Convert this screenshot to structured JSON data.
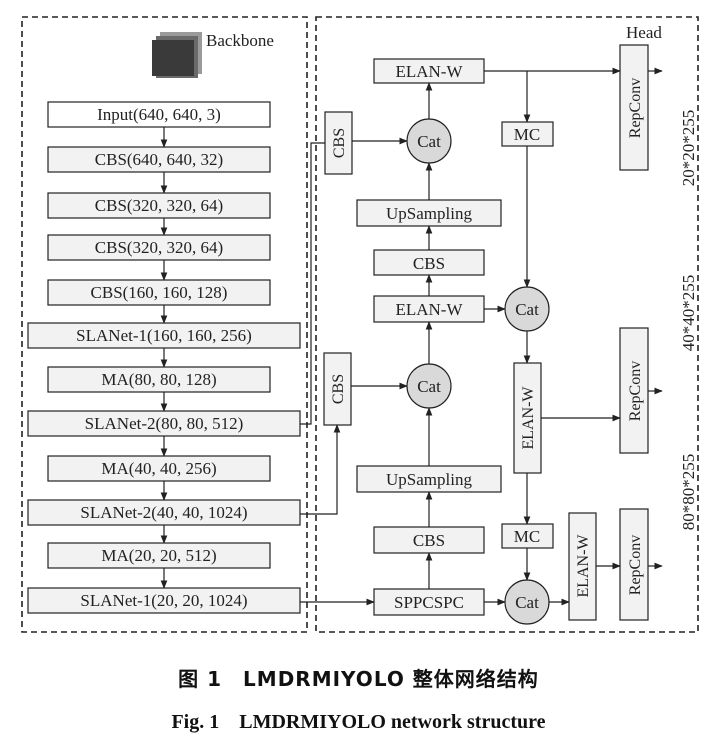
{
  "backbone": {
    "title": "Backbone",
    "layers": [
      "Input(640, 640, 3)",
      "CBS(640, 640, 32)",
      "CBS(320, 320, 64)",
      "CBS(320, 320, 64)",
      "CBS(160, 160, 128)",
      "SLANet-1(160, 160, 256)",
      "MA(80, 80, 128)",
      "SLANet-2(80, 80, 512)",
      "MA(40, 40, 256)",
      "SLANet-2(40, 40, 1024)",
      "MA(20, 20, 512)",
      "SLANet-1(20, 20, 1024)"
    ]
  },
  "head": {
    "title": "Head",
    "elan_top": "ELAN-W",
    "cbs_side_top": "CBS",
    "cat_top": "Cat",
    "mc_top": "MC",
    "repconv_top": "RepConv",
    "upsampling_top": "UpSampling",
    "cbs_mid_top": "CBS",
    "elan_mid": "ELAN-W",
    "cat_mid_right": "Cat",
    "cbs_side_mid": "CBS",
    "cat_mid": "Cat",
    "elan_vertical_mid": "ELAN-W",
    "repconv_mid": "RepConv",
    "upsampling_bottom": "UpSampling",
    "cbs_bottom": "CBS",
    "mc_bottom": "MC",
    "elan_vertical_bottom": "ELAN-W",
    "repconv_bottom": "RepConv",
    "sppcspc": "SPPCSPC",
    "cat_bottom": "Cat",
    "outputs": [
      "20*20*255",
      "40*40*255",
      "80*80*255"
    ]
  },
  "caption": {
    "zh": "图 1　LMDRMIYOLO 整体网络结构",
    "en": "Fig. 1　LMDRMIYOLO network structure"
  },
  "colors": {
    "box_fill": "#f2f2f2",
    "circle_fill": "#d9d9d9",
    "stroke": "#222222",
    "icon_dark": "#3a3a3a"
  }
}
